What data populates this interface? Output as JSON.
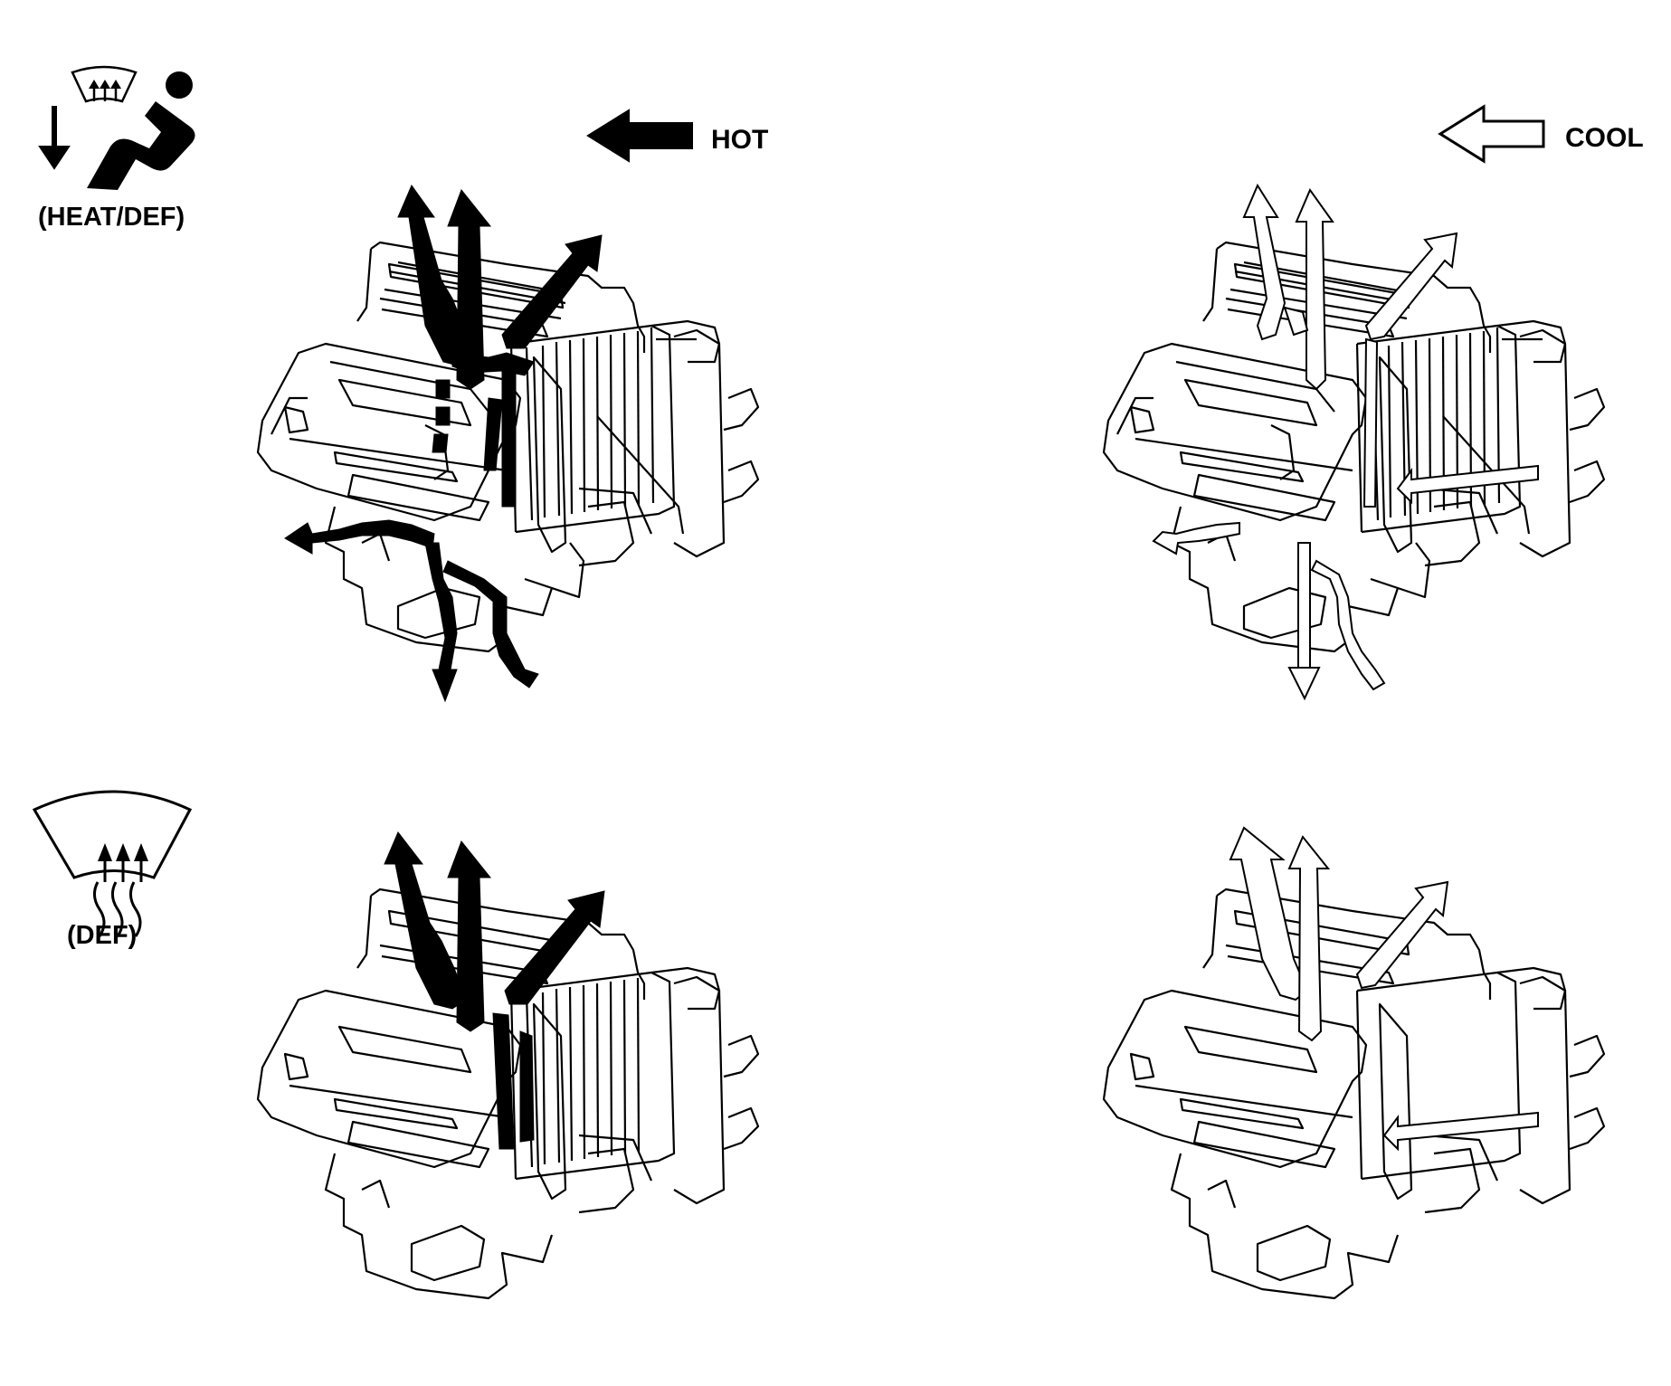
{
  "legend": {
    "hot_label": "HOT",
    "cool_label": "COOL"
  },
  "modes": [
    {
      "id": "heat-def",
      "label": "(HEAT/DEF)",
      "icon": "heat-def-mode-icon"
    },
    {
      "id": "def",
      "label": "(DEF)",
      "icon": "defrost-mode-icon"
    }
  ],
  "colors": {
    "line": "#000000",
    "background": "#ffffff",
    "hot_arrow": "#000000",
    "cool_arrow": "#ffffff"
  }
}
